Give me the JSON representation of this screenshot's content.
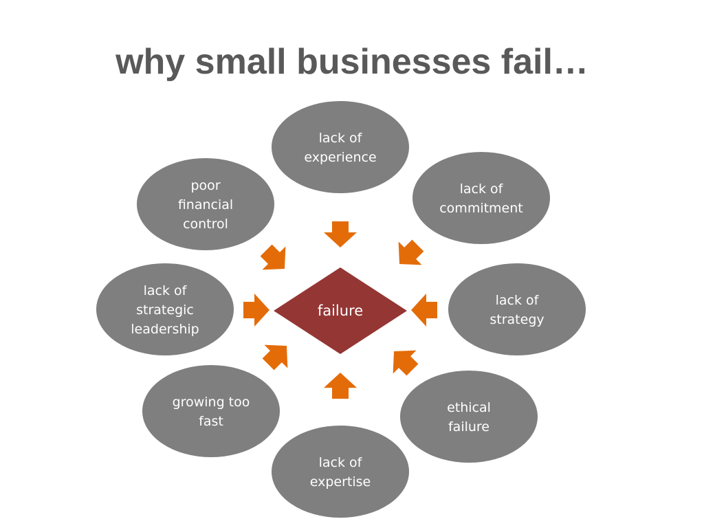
{
  "title": "why small businesses fail…",
  "center": {
    "label": "failure",
    "color": "#943634"
  },
  "node_color": "#7f7f7f",
  "arrow_color": "#e36c09",
  "causes": [
    {
      "id": "experience",
      "lines": [
        "lack of",
        "experience"
      ]
    },
    {
      "id": "commitment",
      "lines": [
        "lack of",
        "commitment"
      ]
    },
    {
      "id": "strategy",
      "lines": [
        "lack of",
        "strategy"
      ]
    },
    {
      "id": "ethical",
      "lines": [
        "ethical",
        "failure"
      ]
    },
    {
      "id": "expertise",
      "lines": [
        "lack of",
        "expertise"
      ]
    },
    {
      "id": "growing",
      "lines": [
        "growing too",
        "fast"
      ]
    },
    {
      "id": "leadership",
      "lines": [
        "lack of",
        "strategic",
        "leadership"
      ]
    },
    {
      "id": "financial",
      "lines": [
        "poor",
        "financial",
        "control"
      ]
    }
  ]
}
